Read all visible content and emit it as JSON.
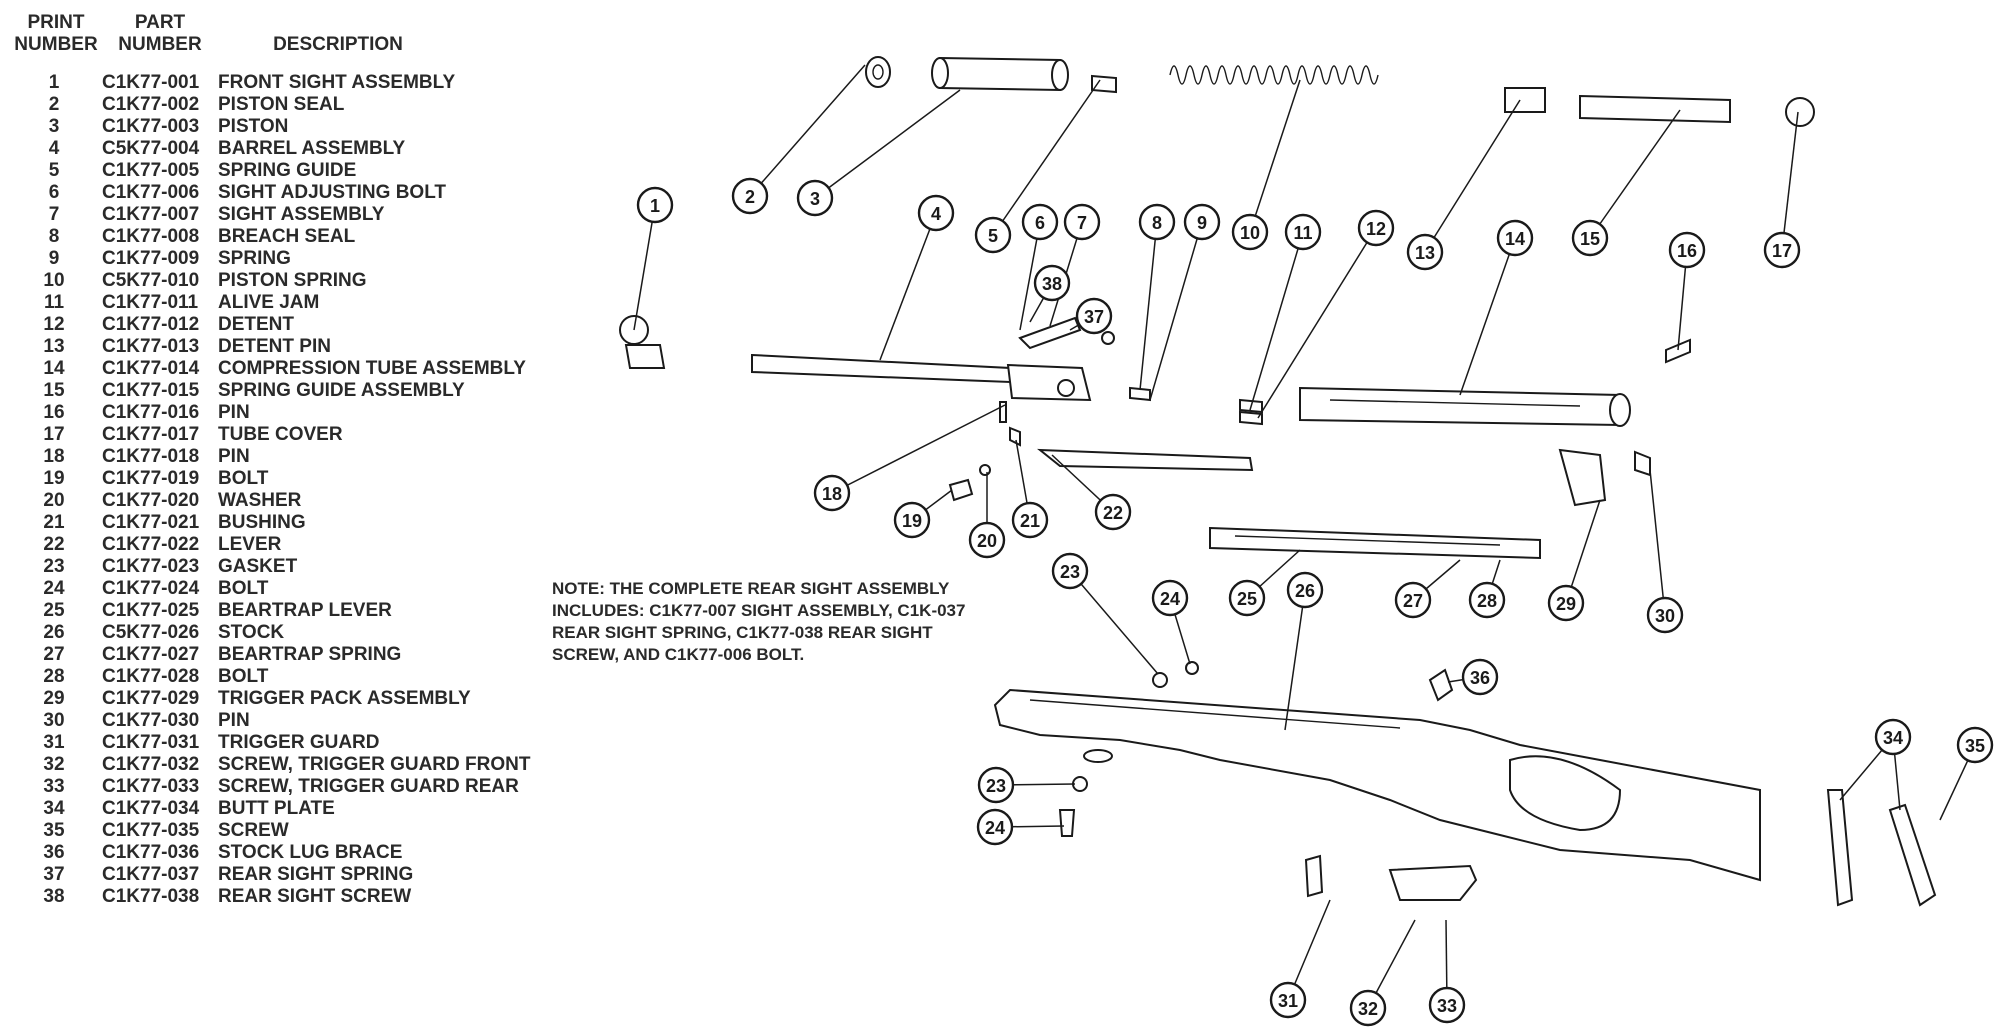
{
  "parts_list": {
    "header": {
      "print_number": [
        "PRINT",
        "NUMBER"
      ],
      "part_number": [
        "PART",
        "NUMBER"
      ],
      "description": "DESCRIPTION"
    },
    "rows": [
      {
        "num": "1",
        "part": "C1K77-001",
        "desc": "FRONT SIGHT ASSEMBLY"
      },
      {
        "num": "2",
        "part": "C1K77-002",
        "desc": "PISTON SEAL"
      },
      {
        "num": "3",
        "part": "C1K77-003",
        "desc": "PISTON"
      },
      {
        "num": "4",
        "part": "C5K77-004",
        "desc": "BARREL ASSEMBLY"
      },
      {
        "num": "5",
        "part": "C1K77-005",
        "desc": "SPRING GUIDE"
      },
      {
        "num": "6",
        "part": "C1K77-006",
        "desc": "SIGHT ADJUSTING BOLT"
      },
      {
        "num": "7",
        "part": "C1K77-007",
        "desc": "SIGHT ASSEMBLY"
      },
      {
        "num": "8",
        "part": "C1K77-008",
        "desc": "BREACH SEAL"
      },
      {
        "num": "9",
        "part": "C1K77-009",
        "desc": "SPRING"
      },
      {
        "num": "10",
        "part": "C5K77-010",
        "desc": "PISTON SPRING"
      },
      {
        "num": "11",
        "part": "C1K77-011",
        "desc": "ALIVE JAM"
      },
      {
        "num": "12",
        "part": "C1K77-012",
        "desc": "DETENT"
      },
      {
        "num": "13",
        "part": "C1K77-013",
        "desc": "DETENT PIN"
      },
      {
        "num": "14",
        "part": "C1K77-014",
        "desc": "COMPRESSION TUBE ASSEMBLY"
      },
      {
        "num": "15",
        "part": "C1K77-015",
        "desc": "SPRING GUIDE ASSEMBLY"
      },
      {
        "num": "16",
        "part": "C1K77-016",
        "desc": "PIN"
      },
      {
        "num": "17",
        "part": "C1K77-017",
        "desc": "TUBE COVER"
      },
      {
        "num": "18",
        "part": "C1K77-018",
        "desc": "PIN"
      },
      {
        "num": "19",
        "part": "C1K77-019",
        "desc": "BOLT"
      },
      {
        "num": "20",
        "part": "C1K77-020",
        "desc": "WASHER"
      },
      {
        "num": "21",
        "part": "C1K77-021",
        "desc": "BUSHING"
      },
      {
        "num": "22",
        "part": "C1K77-022",
        "desc": "LEVER"
      },
      {
        "num": "23",
        "part": "C1K77-023",
        "desc": "GASKET"
      },
      {
        "num": "24",
        "part": "C1K77-024",
        "desc": "BOLT"
      },
      {
        "num": "25",
        "part": "C1K77-025",
        "desc": "BEARTRAP LEVER"
      },
      {
        "num": "26",
        "part": "C5K77-026",
        "desc": "STOCK"
      },
      {
        "num": "27",
        "part": "C1K77-027",
        "desc": "BEARTRAP SPRING"
      },
      {
        "num": "28",
        "part": "C1K77-028",
        "desc": "BOLT"
      },
      {
        "num": "29",
        "part": "C1K77-029",
        "desc": "TRIGGER PACK ASSEMBLY"
      },
      {
        "num": "30",
        "part": "C1K77-030",
        "desc": "PIN"
      },
      {
        "num": "31",
        "part": "C1K77-031",
        "desc": "TRIGGER GUARD"
      },
      {
        "num": "32",
        "part": "C1K77-032",
        "desc": "SCREW, TRIGGER GUARD FRONT"
      },
      {
        "num": "33",
        "part": "C1K77-033",
        "desc": "SCREW, TRIGGER GUARD REAR"
      },
      {
        "num": "34",
        "part": "C1K77-034",
        "desc": "BUTT PLATE"
      },
      {
        "num": "35",
        "part": "C1K77-035",
        "desc": "SCREW"
      },
      {
        "num": "36",
        "part": "C1K77-036",
        "desc": "STOCK LUG BRACE"
      },
      {
        "num": "37",
        "part": "C1K77-037",
        "desc": "REAR SIGHT SPRING"
      },
      {
        "num": "38",
        "part": "C1K77-038",
        "desc": "REAR SIGHT SCREW"
      }
    ]
  },
  "note": {
    "label": "NOTE:",
    "text": "THE COMPLETE REAR SIGHT ASSEMBLY INCLUDES: C1K77-007 SIGHT ASSEMBLY, C1K-037 REAR SIGHT SPRING, C1K77-038 REAR SIGHT SCREW, AND C1K77-006 BOLT."
  },
  "callouts": [
    "1",
    "2",
    "3",
    "4",
    "5",
    "6",
    "7",
    "8",
    "9",
    "10",
    "11",
    "12",
    "13",
    "14",
    "15",
    "16",
    "17",
    "18",
    "19",
    "20",
    "21",
    "22",
    "23",
    "24",
    "25",
    "26",
    "27",
    "28",
    "29",
    "30",
    "31",
    "32",
    "33",
    "34",
    "35",
    "36",
    "37",
    "38",
    "23",
    "24",
    "34"
  ],
  "colors": {
    "ink": "#1a1a1a",
    "paper": "#ffffff"
  }
}
